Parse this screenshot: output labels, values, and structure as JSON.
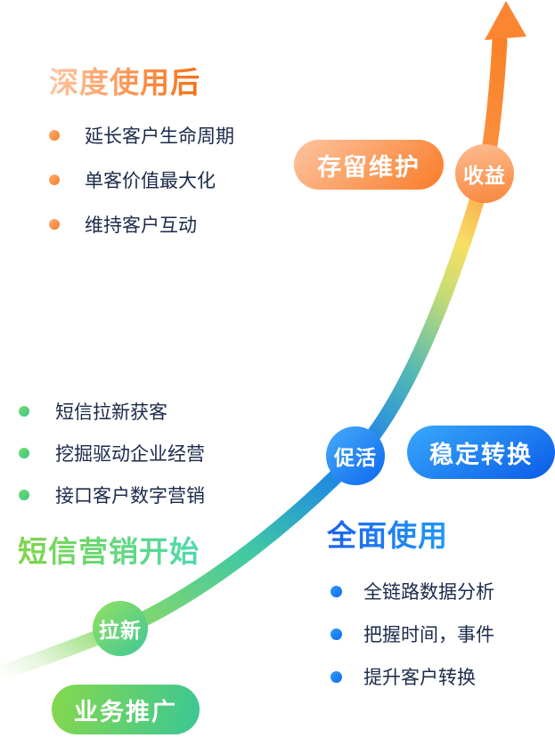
{
  "colors": {
    "orange_accent": "#f87d1f",
    "green_accent": "#5ad47c",
    "teal_accent": "#3cc795",
    "blue_accent": "#1677f3",
    "body_text": "#1b2a4a"
  },
  "stages": {
    "deep_usage": {
      "title": "深度使用后",
      "items": [
        "延长客户生命周期",
        "单客价值最大化",
        "维持客户互动"
      ],
      "pill_label": "存留维护",
      "node_label": "收益"
    },
    "full_usage": {
      "title": "全面使用",
      "items": [
        "全链路数据分析",
        "把握时间，事件",
        "提升客户转换"
      ],
      "pill_label": "稳定转换",
      "node_label": "促活"
    },
    "sms_start": {
      "title": "短信营销开始",
      "items": [
        "短信拉新获客",
        "挖掘驱动企业经营",
        "接口客户数字营销"
      ],
      "pill_label": "业务推广",
      "node_label": "拉新"
    }
  }
}
